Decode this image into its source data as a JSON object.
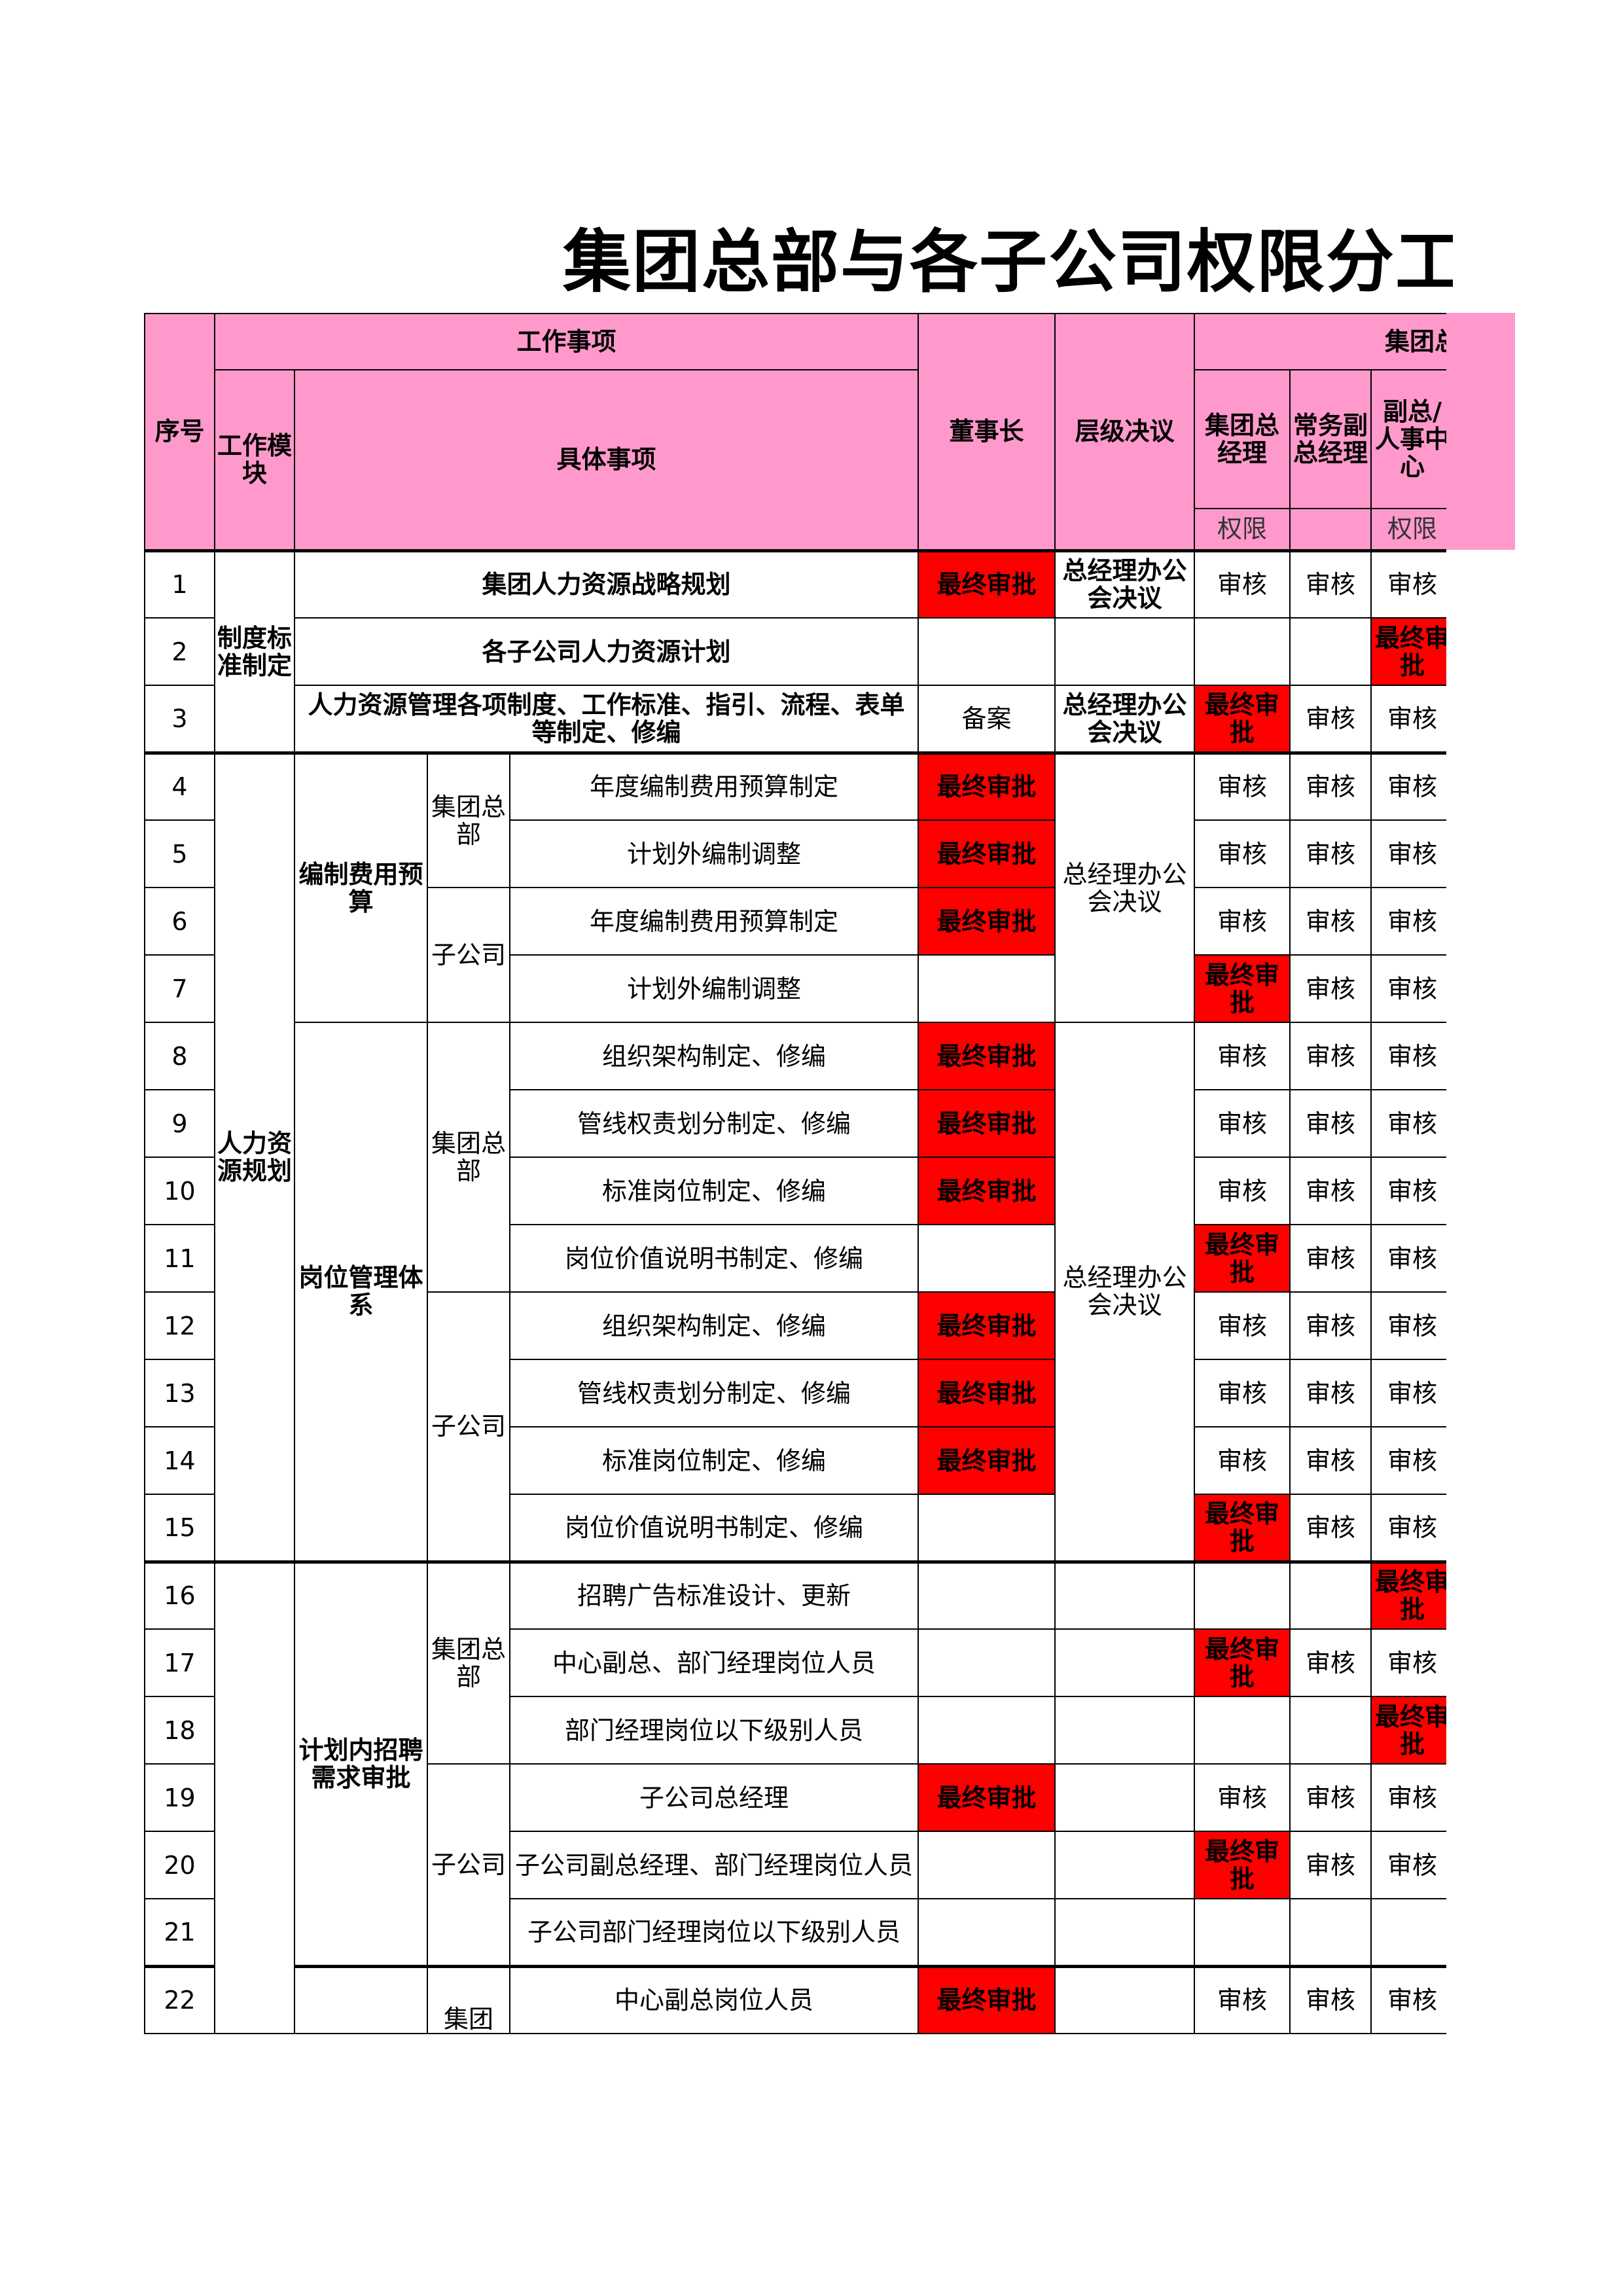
{
  "title": "集团总部与各子公司权限分工",
  "header": {
    "seq": "序号",
    "work_items": "工作事项",
    "module": "工作模块",
    "detail": "具体事项",
    "chairman": "董事长",
    "level": "层级决议",
    "group_hq": "集团总部",
    "gm": "集团总经理",
    "exec_vp": "常务副总经理",
    "vp_hr": "副总/人事中心",
    "auth": "权限"
  },
  "rows": [
    {
      "no": "1",
      "module": "制度标准制定",
      "detail": "集团人力资源战略规划",
      "chairman": "最终审批",
      "level": "总经理办公会决议",
      "gm": "审核",
      "evp": "审核",
      "vp": "审核"
    },
    {
      "no": "2",
      "detail": "各子公司人力资源计划",
      "chairman": "",
      "level": "",
      "gm": "",
      "evp": "",
      "vp": "最终审批"
    },
    {
      "no": "3",
      "detail": "人力资源管理各项制度、工作标准、指引、流程、表单等制定、修编",
      "chairman": "备案",
      "level": "总经理办公会决议",
      "gm": "最终审批",
      "evp": "审核",
      "vp": "审核"
    },
    {
      "no": "4",
      "module": "人力资源规划",
      "sub": "编制费用预算",
      "unit": "集团总部",
      "detail": "年度编制费用预算制定",
      "chairman": "最终审批",
      "level": "总经理办公会决议",
      "gm": "审核",
      "evp": "审核",
      "vp": "审核"
    },
    {
      "no": "5",
      "detail": "计划外编制调整",
      "chairman": "最终审批",
      "gm": "审核",
      "evp": "审核",
      "vp": "审核"
    },
    {
      "no": "6",
      "unit": "子公司",
      "detail": "年度编制费用预算制定",
      "chairman": "最终审批",
      "gm": "审核",
      "evp": "审核",
      "vp": "审核"
    },
    {
      "no": "7",
      "detail": "计划外编制调整",
      "chairman": "",
      "gm": "最终审批",
      "evp": "审核",
      "vp": "审核"
    },
    {
      "no": "8",
      "sub": "岗位管理体系",
      "unit": "集团总部",
      "detail": "组织架构制定、修编",
      "chairman": "最终审批",
      "level": "总经理办公会决议",
      "gm": "审核",
      "evp": "审核",
      "vp": "审核"
    },
    {
      "no": "9",
      "detail": "管线权责划分制定、修编",
      "chairman": "最终审批",
      "gm": "审核",
      "evp": "审核",
      "vp": "审核"
    },
    {
      "no": "10",
      "detail": "标准岗位制定、修编",
      "chairman": "最终审批",
      "gm": "审核",
      "evp": "审核",
      "vp": "审核"
    },
    {
      "no": "11",
      "detail": "岗位价值说明书制定、修编",
      "chairman": "",
      "gm": "最终审批",
      "evp": "审核",
      "vp": "审核"
    },
    {
      "no": "12",
      "unit": "子公司",
      "detail": "组织架构制定、修编",
      "chairman": "最终审批",
      "gm": "审核",
      "evp": "审核",
      "vp": "审核"
    },
    {
      "no": "13",
      "detail": "管线权责划分制定、修编",
      "chairman": "最终审批",
      "gm": "审核",
      "evp": "审核",
      "vp": "审核"
    },
    {
      "no": "14",
      "detail": "标准岗位制定、修编",
      "chairman": "最终审批",
      "gm": "审核",
      "evp": "审核",
      "vp": "审核"
    },
    {
      "no": "15",
      "detail": "岗位价值说明书制定、修编",
      "chairman": "",
      "gm": "最终审批",
      "evp": "审核",
      "vp": "审核"
    },
    {
      "no": "16",
      "sub": "计划内招聘需求审批",
      "unit": "集团总部",
      "detail": "招聘广告标准设计、更新",
      "chairman": "",
      "level": "",
      "gm": "",
      "evp": "",
      "vp": "最终审批"
    },
    {
      "no": "17",
      "detail": "中心副总、部门经理岗位人员",
      "chairman": "",
      "level": "",
      "gm": "最终审批",
      "evp": "审核",
      "vp": "审核"
    },
    {
      "no": "18",
      "detail": "部门经理岗位以下级别人员",
      "chairman": "",
      "level": "",
      "gm": "",
      "evp": "",
      "vp": "最终审批"
    },
    {
      "no": "19",
      "unit": "子公司",
      "detail": "子公司总经理",
      "chairman": "最终审批",
      "level": "",
      "gm": "审核",
      "evp": "审核",
      "vp": "审核"
    },
    {
      "no": "20",
      "detail": "子公司副总经理、部门经理岗位人员",
      "chairman": "",
      "level": "",
      "gm": "最终审批",
      "evp": "审核",
      "vp": "审核"
    },
    {
      "no": "21",
      "detail": "子公司部门经理岗位以下级别人员",
      "chairman": "",
      "level": "",
      "gm": "",
      "evp": "",
      "vp": ""
    },
    {
      "no": "22",
      "unit": "集团",
      "detail": "中心副总岗位人员",
      "chairman": "最终审批",
      "level": "",
      "gm": "审核",
      "evp": "审核",
      "vp": "审核"
    }
  ]
}
